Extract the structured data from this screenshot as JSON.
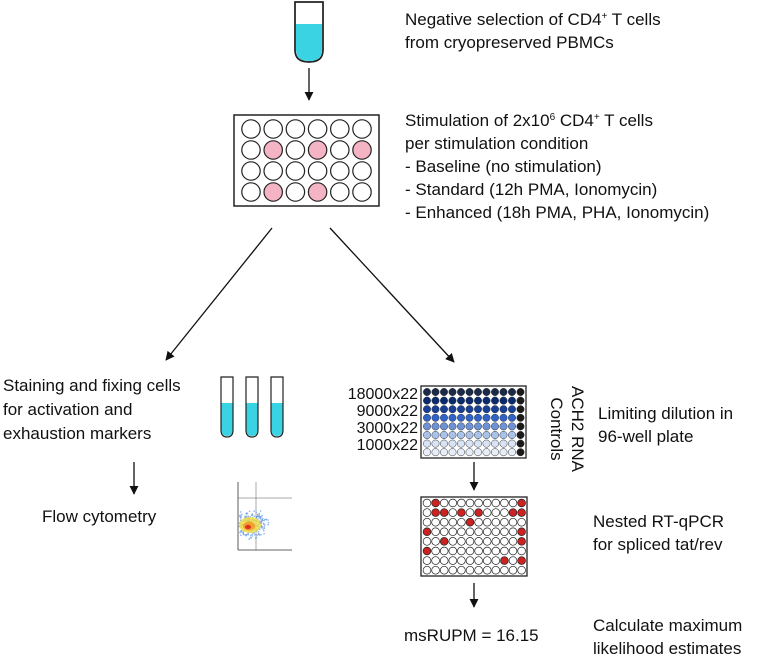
{
  "steps": {
    "selection": {
      "line1_a": "Negative selection of CD4",
      "line1_sup": "+",
      "line1_b": " T cells",
      "line2": "from cryopreserved PBMCs"
    },
    "stimulation": {
      "line1_a": "Stimulation of 2x10",
      "line1_sup1": "6",
      "line1_b": " CD4",
      "line1_sup2": "+",
      "line1_c": "  T cells",
      "line2": "per stimulation condition",
      "line3": "- Baseline (no stimulation)",
      "line4": "- Standard (12h PMA, Ionomycin)",
      "line5": "- Enhanced (18h PMA, PHA, Ionomycin)"
    },
    "staining": {
      "line1": "Staining and fixing cells",
      "line2": "for activation and",
      "line3": "exhaustion markers"
    },
    "flow": {
      "label": "Flow cytometry"
    },
    "dilution": {
      "line1": "Limiting dilution in",
      "line2": "96-well plate"
    },
    "standards": {
      "rows": [
        "18000x22",
        "9000x22",
        "3000x22",
        "1000x22"
      ],
      "side_line1": "ACH2 RNA",
      "side_line2": "Controls"
    },
    "pcr": {
      "line1": "Nested RT-qPCR",
      "line2": "for spliced tat/rev"
    },
    "mle": {
      "line1": "Calculate maximum",
      "line2": "likelihood estimates"
    },
    "result": {
      "label": "msRUPM = 16.15"
    }
  },
  "colors": {
    "tube_fill": "#3ad3e3",
    "pink_well": "#f4b4c4",
    "positive_well": "#cc2222",
    "dark_blue": "#0a2a6e",
    "blue": "#2f63c8",
    "light_blue": "#a9c2ea",
    "pale_blue": "#d8e4f6"
  }
}
